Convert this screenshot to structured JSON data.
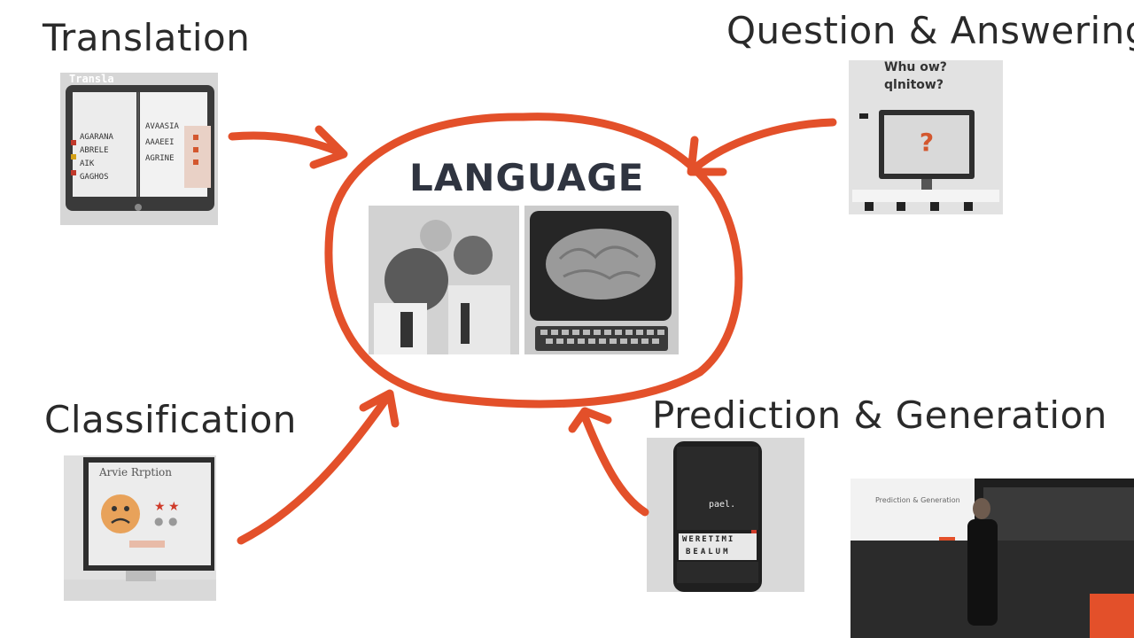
{
  "center": {
    "title": "LANGUAGE"
  },
  "labels": {
    "translation": "Translation",
    "qa": "Question & Answering",
    "classification": "Classification",
    "prediction": "Prediction & Generation"
  },
  "thumbs": {
    "translation_heading": "Transla",
    "translation_left": [
      "AGARANA",
      "ABRELE",
      "AIK",
      "GAGHOS"
    ],
    "translation_right": [
      "AVAASIA",
      "AAAEEI",
      "AGRINE"
    ],
    "qa_line1": "Whu ow?",
    "qa_line2": "qlnitow?",
    "classification_title": "Arvie Rrption",
    "prediction_word": "pael.",
    "keyboard_row1": "WERETIMI",
    "keyboard_row2": "BEALUM",
    "video_caption": "Prediction & Generation"
  },
  "colors": {
    "accent": "#e3502a",
    "text": "#2a2a2a"
  }
}
